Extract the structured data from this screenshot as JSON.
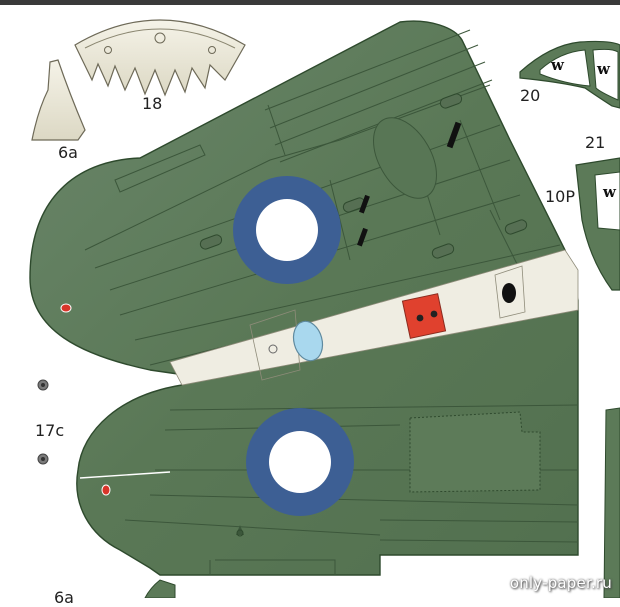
{
  "part_labels": {
    "p18": "18",
    "p6a": "6a",
    "p20": "20",
    "p21": "21",
    "p10p": "10P",
    "p17c": "17c",
    "p6a_bottom": "6a"
  },
  "markings": {
    "w1": "w",
    "w2": "w",
    "w3": "w"
  },
  "watermark": "only-paper.ru",
  "colors": {
    "wing_green": "#5c7a58",
    "panel_line": "#3f5a3d",
    "roundel_blue": "#3d5f94",
    "roundel_white": "#ffffff",
    "stripe": "#efede2",
    "red_patch": "#e0412e",
    "canopy_blue": "#a9d8ee",
    "cream_part": "#eeebdc"
  }
}
